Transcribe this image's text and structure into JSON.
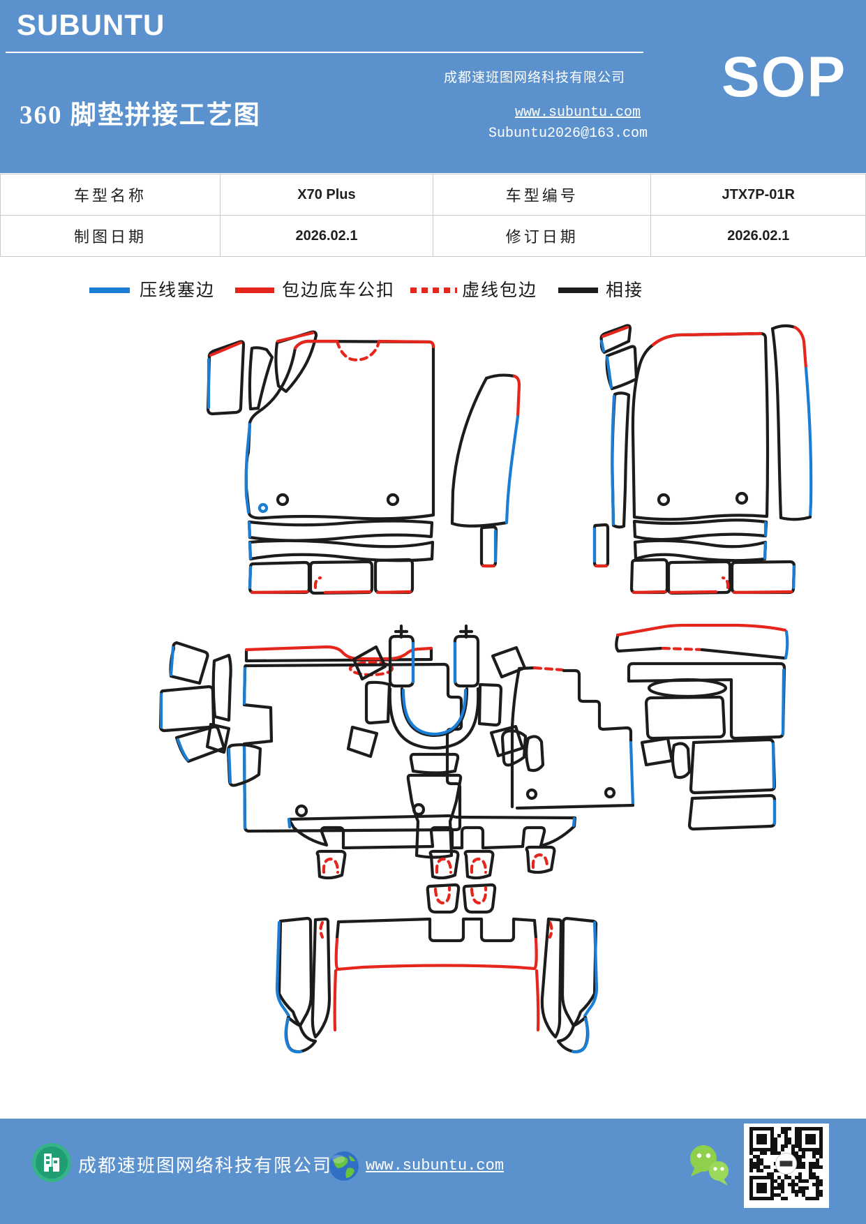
{
  "header": {
    "logo": "SUBUNTU",
    "company": "成都速班图网络科技有限公司",
    "sop": "SOP",
    "title": "360 脚垫拼接工艺图",
    "website": "www.subuntu.com",
    "email": "Subuntu2026@163.com"
  },
  "info_table": {
    "rows": [
      [
        "车型名称",
        "X70 Plus",
        "车型编号",
        "JTX7P-01R"
      ],
      [
        "制图日期",
        "2026.02.1",
        "修订日期",
        "2026.02.1"
      ]
    ]
  },
  "legend": {
    "items": [
      {
        "label": "压线塞边",
        "color": "#1a7fd4",
        "style": "solid"
      },
      {
        "label": "包边底车公扣",
        "color": "#e5261d",
        "style": "solid"
      },
      {
        "label": "虚线包边",
        "color": "#e5261d",
        "style": "dashed"
      },
      {
        "label": "相接",
        "color": "#1c1c1c",
        "style": "solid"
      }
    ]
  },
  "footer": {
    "company": "成都速班图网络科技有限公司",
    "website": "www.subuntu.com",
    "icons": [
      "building-icon",
      "globe-icon",
      "wechat-icon",
      "qr-code"
    ]
  },
  "colors": {
    "header_bg": "#5b92cd",
    "table_border": "#c9c9c9",
    "line_blue": "#1a7fd4",
    "line_red": "#e5261d",
    "line_black": "#1c1c1c"
  }
}
